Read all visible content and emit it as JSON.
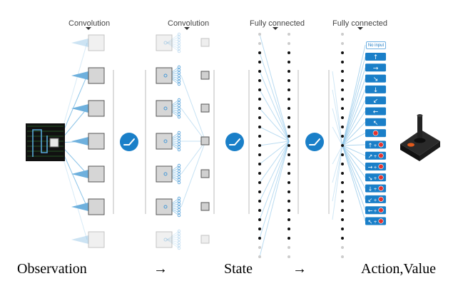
{
  "headers": {
    "conv1": "Convolution",
    "conv2": "Convolution",
    "fc1": "Fully connected",
    "fc2": "Fully connected"
  },
  "captions": {
    "observation": "Observation",
    "arrow1": "→",
    "state": "State",
    "arrow2": "→",
    "action_value": "Action,Value"
  },
  "actions": {
    "no_input_label": "No input",
    "directions": [
      "up",
      "right",
      "down-right",
      "down",
      "down-left",
      "left",
      "up-left"
    ],
    "fire": "fire",
    "combo_directions": [
      "up",
      "up-right",
      "right",
      "down-right",
      "down",
      "down-left",
      "left",
      "up-left"
    ]
  },
  "colors": {
    "line_blue": "#8cc4e8",
    "node_blue": "#1a7fc8",
    "fire_red": "#e5322d",
    "feature_gray": "#d8d8d8"
  },
  "icons": {
    "activation": "relu-icon",
    "output": "joystick-icon",
    "input": "game-screen-icon"
  }
}
